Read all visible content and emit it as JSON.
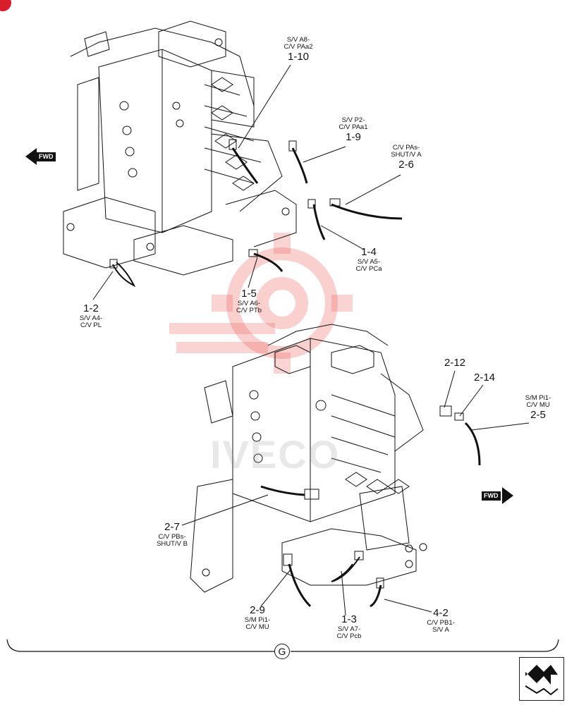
{
  "watermark": {
    "text": "IVECO",
    "color": "#e8554f"
  },
  "brand_colors": {
    "accent": "#d81e2a",
    "line": "#111111"
  },
  "group_reference": "G",
  "direction_labels": {
    "fwd_top": "FWD",
    "fwd_bottom": "FWD"
  },
  "callouts": {
    "c_1_10": {
      "name": "S/V A8-",
      "sub": "C/V PAa2",
      "number": "1-10"
    },
    "c_1_9": {
      "name": "S/V P2-",
      "sub": "C/V PAa1",
      "number": "1-9"
    },
    "c_2_6": {
      "name": "C/V PAs-",
      "sub": "SHUT/V A",
      "number": "2-6"
    },
    "c_1_4": {
      "number": "1-4",
      "name": "S/V A5-",
      "sub": "C/V PCa"
    },
    "c_1_5": {
      "number": "1-5",
      "name": "S/V A6-",
      "sub": "C/V PTb"
    },
    "c_1_2": {
      "number": "1-2",
      "name": "S/V A4-",
      "sub": "C/V PL"
    },
    "c_2_12": {
      "number": "2-12"
    },
    "c_2_14": {
      "number": "2-14"
    },
    "c_2_5": {
      "name": "S/M Pi1-",
      "sub": "C/V MU",
      "number": "2-5"
    },
    "c_2_7": {
      "number": "2-7",
      "name": "C/V PBs-",
      "sub": "SHUT/V B"
    },
    "c_2_9": {
      "number": "2-9",
      "name": "S/M Pi1-",
      "sub": "C/V MU"
    },
    "c_1_3": {
      "number": "1-3",
      "name": "S/V A7-",
      "sub": "C/V Pcb"
    },
    "c_4_2": {
      "number": "4-2",
      "name": "C/V PB1-",
      "sub": "S/V A"
    }
  },
  "nav": {
    "icon": "next-page-arrow-icon"
  }
}
